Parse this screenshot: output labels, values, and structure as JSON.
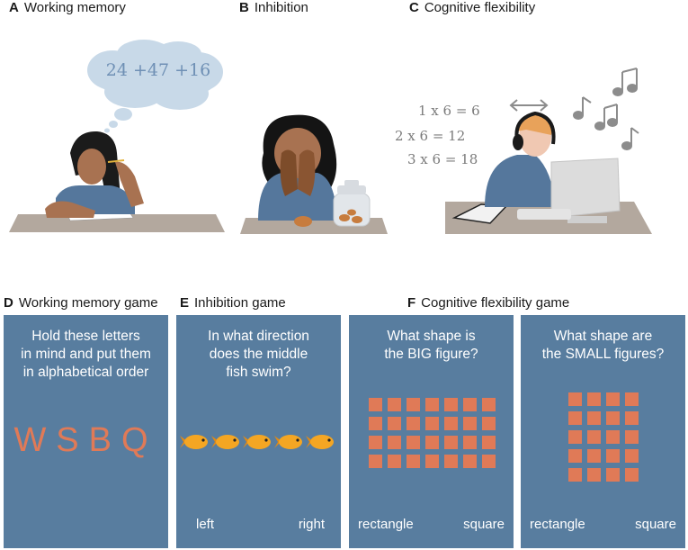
{
  "top_labels": [
    {
      "letter": "A",
      "text": "Working memory"
    },
    {
      "letter": "B",
      "text": "Inhibition"
    },
    {
      "letter": "C",
      "text": "Cognitive flexibility"
    }
  ],
  "thought_bubble": "24 +47 +16",
  "math_lines": [
    "1 x 6 = 6",
    "2 x 6 = 12",
    "3 x 6 = 18"
  ],
  "game_labels": [
    {
      "letter": "D",
      "text": "Working memory game"
    },
    {
      "letter": "E",
      "text": "Inhibition game"
    },
    {
      "letter": "F",
      "text": "Cognitive flexibility game"
    }
  ],
  "panels": [
    {
      "question": "Hold these letters\nin mind and put them\nin alphabetical order",
      "letters": "WSBQ"
    },
    {
      "question": "In what direction\ndoes the middle\nfish swim?",
      "left": "left",
      "right": "right"
    },
    {
      "question": "What shape is\nthe BIG figure?",
      "left": "rectangle",
      "right": "square"
    },
    {
      "question": "What shape are\nthe SMALL figures?",
      "left": "rectangle",
      "right": "square"
    }
  ],
  "colors": {
    "panel_bg": "#587d9f",
    "orange": "#e07a57",
    "bubble": "#c8d9e8",
    "skin": "#a87251",
    "shirt": "#55779c",
    "desk": "#b3a89e"
  }
}
